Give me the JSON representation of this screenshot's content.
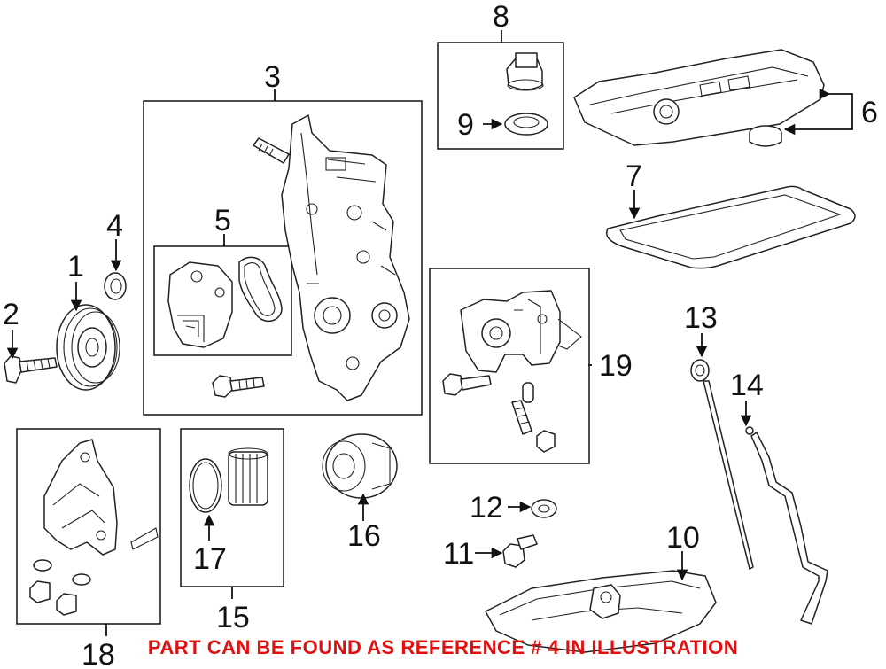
{
  "callouts": {
    "c1": "1",
    "c2": "2",
    "c3": "3",
    "c4": "4",
    "c5": "5",
    "c6": "6",
    "c7": "7",
    "c8": "8",
    "c9": "9",
    "c10": "10",
    "c11": "11",
    "c12": "12",
    "c13": "13",
    "c14": "14",
    "c15": "15",
    "c16": "16",
    "c17": "17",
    "c18": "18",
    "c19": "19"
  },
  "notice": "PART CAN BE FOUND AS REFERENCE # 4 IN ILLUSTRATION",
  "colors": {
    "notice": "#e01010",
    "ink": "#222222"
  }
}
